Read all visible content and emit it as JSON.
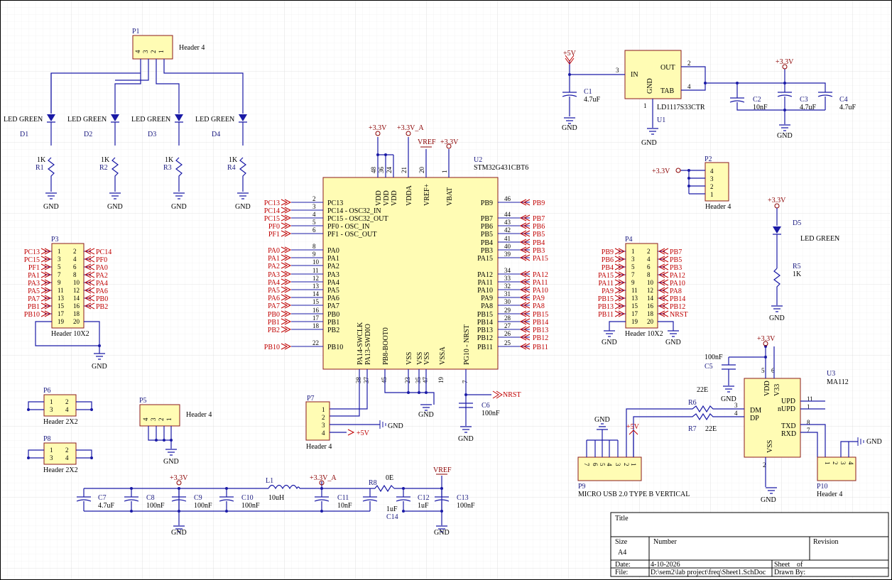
{
  "title_block": {
    "title_label": "Title",
    "size_label": "Size",
    "size_value": "A4",
    "number_label": "Number",
    "revision_label": "Revision",
    "date_label": "Date:",
    "date_value": "4-10-2026",
    "sheet_label": "Sheet",
    "of_label": "of",
    "file_label": "File:",
    "file_value": "D:\\sem2\\lab project\\freq\\Sheet1.SchDoc",
    "drawn_label": "Drawn By:"
  },
  "u2": {
    "ref": "U2",
    "part": "STM32G431CBT6",
    "top_pins": [
      {
        "num": "48",
        "name": "VDD"
      },
      {
        "num": "36",
        "name": "VDD"
      },
      {
        "num": "24",
        "name": "VDD"
      },
      {
        "num": "21",
        "name": "VDDA"
      },
      {
        "num": "20",
        "name": "VREF+"
      },
      {
        "num": "1",
        "name": "VBAT"
      }
    ],
    "left_pins": [
      {
        "num": "2",
        "name": "PC13",
        "net": "PC13"
      },
      {
        "num": "3",
        "name": "PC14 - OSC32_IN",
        "net": "PC14"
      },
      {
        "num": "4",
        "name": "PC15 - OSC32_OUT",
        "net": "PC15"
      },
      {
        "num": "5",
        "name": "PF0 - OSC_IN",
        "net": "PF0"
      },
      {
        "num": "6",
        "name": "PF1 - OSC_OUT",
        "net": "PF1"
      },
      {
        "num": "8",
        "name": "PA0",
        "net": "PA0"
      },
      {
        "num": "9",
        "name": "PA1",
        "net": "PA1"
      },
      {
        "num": "10",
        "name": "PA2",
        "net": "PA2"
      },
      {
        "num": "11",
        "name": "PA3",
        "net": "PA3"
      },
      {
        "num": "12",
        "name": "PA4",
        "net": "PA4"
      },
      {
        "num": "13",
        "name": "PA5",
        "net": "PA5"
      },
      {
        "num": "14",
        "name": "PA6",
        "net": "PA6"
      },
      {
        "num": "15",
        "name": "PA7",
        "net": "PA7"
      },
      {
        "num": "16",
        "name": "PB0",
        "net": "PB0"
      },
      {
        "num": "17",
        "name": "PB1",
        "net": "PB1"
      },
      {
        "num": "18",
        "name": "PB2",
        "net": "PB2"
      },
      {
        "num": "22",
        "name": "PB10",
        "net": "PB10"
      }
    ],
    "right_pins": [
      {
        "num": "46",
        "name": "PB9",
        "net": "PB9"
      },
      {
        "num": "44",
        "name": "PB7",
        "net": "PB7"
      },
      {
        "num": "43",
        "name": "PB6",
        "net": "PB6"
      },
      {
        "num": "42",
        "name": "PB5",
        "net": "PB5"
      },
      {
        "num": "41",
        "name": "PB4",
        "net": "PB4"
      },
      {
        "num": "40",
        "name": "PB3",
        "net": "PB3"
      },
      {
        "num": "39",
        "name": "PA15",
        "net": "PA15"
      },
      {
        "num": "34",
        "name": "PA12",
        "net": "PA12"
      },
      {
        "num": "33",
        "name": "PA11",
        "net": "PA11"
      },
      {
        "num": "32",
        "name": "PA10",
        "net": "PA10"
      },
      {
        "num": "31",
        "name": "PA9",
        "net": "PA9"
      },
      {
        "num": "30",
        "name": "PA8",
        "net": "PA8"
      },
      {
        "num": "29",
        "name": "PB15",
        "net": "PB15"
      },
      {
        "num": "28",
        "name": "PB14",
        "net": "PB14"
      },
      {
        "num": "27",
        "name": "PB13",
        "net": "PB13"
      },
      {
        "num": "26",
        "name": "PB12",
        "net": "PB12"
      },
      {
        "num": "25",
        "name": "PB11",
        "net": "PB11"
      }
    ],
    "bottom_pins": [
      {
        "num": "38",
        "name": "PA14-SWCLK"
      },
      {
        "num": "37",
        "name": "PA13-SWDIO"
      },
      {
        "num": "45",
        "name": "PB8-BOOT0"
      },
      {
        "num": "23",
        "name": "VSS"
      },
      {
        "num": "35",
        "name": "VSS"
      },
      {
        "num": "47",
        "name": "VSS"
      },
      {
        "num": "19",
        "name": "VSSA"
      },
      {
        "num": "7",
        "name": "PG10 - NRST"
      }
    ],
    "power_labels": [
      "+3.3V",
      "+3.3V_A",
      "VREF",
      "+3.3V"
    ]
  },
  "p3": {
    "ref": "P3",
    "part": "Header 10X2",
    "left_nets": [
      "PC13",
      "PC15",
      "PF1",
      "PA1",
      "PA3",
      "PA5",
      "PA7",
      "PB1",
      "PB10"
    ],
    "right_nets": [
      "PC14",
      "PF0",
      "PA0",
      "PA2",
      "PA4",
      "PA6",
      "PB0",
      "PB2"
    ],
    "pin_rows": [
      [
        "1",
        "2"
      ],
      [
        "3",
        "4"
      ],
      [
        "5",
        "6"
      ],
      [
        "7",
        "8"
      ],
      [
        "9",
        "10"
      ],
      [
        "11",
        "12"
      ],
      [
        "13",
        "14"
      ],
      [
        "15",
        "16"
      ],
      [
        "17",
        "18"
      ],
      [
        "19",
        "20"
      ]
    ]
  },
  "p4": {
    "ref": "P4",
    "part": "Header 10X2",
    "left_nets": [
      "PB9",
      "PB6",
      "PB4",
      "PA15",
      "PA11",
      "PA9",
      "PB15",
      "PB13",
      "PB11"
    ],
    "right_nets": [
      "PB7",
      "PB5",
      "PB3",
      "PA12",
      "PA10",
      "PA8",
      "PB14",
      "PB12",
      "NRST"
    ],
    "pin_rows": [
      [
        "1",
        "2"
      ],
      [
        "3",
        "4"
      ],
      [
        "5",
        "6"
      ],
      [
        "7",
        "8"
      ],
      [
        "9",
        "10"
      ],
      [
        "11",
        "12"
      ],
      [
        "13",
        "14"
      ],
      [
        "15",
        "16"
      ],
      [
        "17",
        "18"
      ],
      [
        "19",
        "20"
      ]
    ]
  },
  "p1": {
    "ref": "P1",
    "part": "Header 4",
    "pins": [
      "4",
      "3",
      "2",
      "1"
    ]
  },
  "leds": [
    {
      "ref": "D1",
      "part": "LED GREEN",
      "r_ref": "R1",
      "r_val": "1K"
    },
    {
      "ref": "D2",
      "part": "LED GREEN",
      "r_ref": "R2",
      "r_val": "1K"
    },
    {
      "ref": "D3",
      "part": "LED GREEN",
      "r_ref": "R3",
      "r_val": "1K"
    },
    {
      "ref": "D4",
      "part": "LED GREEN",
      "r_ref": "R4",
      "r_val": "1K"
    }
  ],
  "gnd_label": "GND",
  "regulator": {
    "ref": "U1",
    "part": "LD1117S33CTR",
    "pins": {
      "in": "IN",
      "out": "OUT",
      "tab": "TAB",
      "gnd": "GND"
    },
    "pin_nums": {
      "in": "3",
      "out": "2",
      "tab": "4",
      "gnd": "1"
    },
    "in_power": "+5V",
    "out_power": "+3.3V",
    "caps": [
      {
        "ref": "C1",
        "val": "4.7uF"
      },
      {
        "ref": "C2",
        "val": "10nF"
      },
      {
        "ref": "C3",
        "val": "4.7uF"
      },
      {
        "ref": "C4",
        "val": "4.7uF"
      }
    ]
  },
  "p2": {
    "ref": "P2",
    "part": "Header 4",
    "pins": [
      "4",
      "3",
      "2",
      "1"
    ],
    "power": "+3.3V"
  },
  "d5": {
    "ref": "D5",
    "part": "LED GREEN",
    "r_ref": "R5",
    "r_val": "1K",
    "power": "+3.3V"
  },
  "p6": {
    "ref": "P6",
    "part": "Header 2X2",
    "pins": [
      [
        "1",
        "2"
      ],
      [
        "3",
        "4"
      ]
    ]
  },
  "p8": {
    "ref": "P8",
    "part": "Header 2X2",
    "pins": [
      [
        "1",
        "2"
      ],
      [
        "3",
        "4"
      ]
    ]
  },
  "p5": {
    "ref": "P5",
    "part": "Header 4",
    "pins": [
      "4",
      "3",
      "2",
      "1"
    ]
  },
  "p7": {
    "ref": "P7",
    "part": "Header 4",
    "pins": [
      "1",
      "2",
      "3",
      "4"
    ],
    "power": "+5V"
  },
  "c6": {
    "ref": "C6",
    "val": "100nF",
    "net": "NRST"
  },
  "filter": {
    "caps": [
      {
        "ref": "C7",
        "val": "4.7uF"
      },
      {
        "ref": "C8",
        "val": "100nF"
      },
      {
        "ref": "C9",
        "val": "100nF"
      },
      {
        "ref": "C10",
        "val": "100nF"
      },
      {
        "ref": "C11",
        "val": "10nF"
      },
      {
        "ref": "C14",
        "val": "1uF"
      },
      {
        "ref": "C12",
        "val": "1uF"
      },
      {
        "ref": "C13",
        "val": "100nF"
      }
    ],
    "inductor": {
      "ref": "L1",
      "val": "10uH"
    },
    "resistor": {
      "ref": "R8",
      "val": "0E"
    },
    "power": [
      "+3.3V",
      "+3.3V_A",
      "VREF"
    ]
  },
  "u3": {
    "ref": "U3",
    "part": "MA112",
    "pins": {
      "vdd": "VDD",
      "v33": "V33",
      "dm": "DM",
      "dp": "DP",
      "upd": "UPD",
      "nupd": "nUPD",
      "txd": "TXD",
      "rxd": "RXD",
      "vss": "VSS"
    },
    "pin_nums": {
      "vdd": "5",
      "v33": "6",
      "dm": "3",
      "dp": "4",
      "upd": "11",
      "nupd": "1",
      "txd": "8",
      "rxd": "7",
      "vss": "2"
    },
    "power": "+3.3V",
    "cap": {
      "ref": "C5",
      "val": "100nF"
    },
    "r6": {
      "ref": "R6",
      "val": "22E"
    },
    "r7": {
      "ref": "R7",
      "val": "22E"
    }
  },
  "p9": {
    "ref": "P9",
    "part": "MICRO USB 2.0 TYPE B VERTICAL",
    "pins": [
      "7",
      "6",
      "5",
      "4",
      "3",
      "2",
      "1"
    ],
    "power": "+5V"
  },
  "p10": {
    "ref": "P10",
    "part": "Header 4",
    "pins": [
      "1",
      "2",
      "3",
      "4"
    ]
  }
}
